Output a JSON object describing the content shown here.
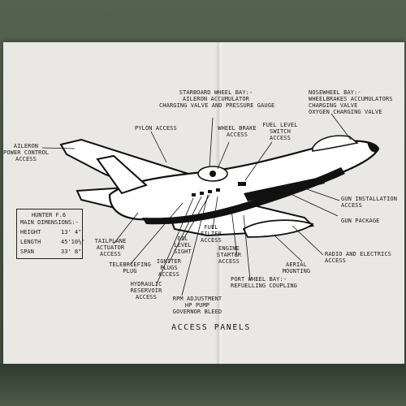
{
  "labels": {
    "starboard_wheel_bay": "STARBOARD WHEEL BAY:-\nAILERON ACCUMULATOR\nCHARGING VALVE AND PRESSURE GAUGE",
    "nosewheel_bay": "NOSEWHEEL BAY:-\nWHEELBRAKES ACCUMULATORS\nCHARGING VALVE\nOXYGEN CHARGING VALVE",
    "fuel_level_switch": "FUEL LEVEL\nSWITCH\nACCESS",
    "wheel_brake": "WHEEL BRAKE\nACCESS",
    "pylon_access": "PYLON ACCESS",
    "aileron_power_control": "AILERON\nPOWER CONTROL\nACCESS",
    "gun_installation": "GUN INSTALLATION\nACCESS",
    "gun_package": "GUN PACKAGE",
    "radio_electrics": "RADIO AND ELECTRICS\nACCESS",
    "aerial_mounting": "AERIAL\nMOUNTING",
    "port_wheel_bay": "PORT WHEEL BAY:-\nREFUELLING COUPLING",
    "engine_starter": "ENGINE\nSTARTER\nACCESS",
    "fuel_filter": "FUEL\nFILTER\nACCESS",
    "oil_level": "OIL\nLEVEL\nSIGHT",
    "igniter_plugs": "IGNITER\nPLUGS\nACCESS",
    "rpm_adjustment": "RPM ADJUSTMENT\nHP PUMP\nGOVERNOR BLEED",
    "hydraulic_reservoir": "HYDRAULIC\nRESERVOIR\nACCESS",
    "telebriefing_plug": "TELEBRIEFING\nPLUG",
    "tailplane_actuator": "TAILPLANE\nACTUATOR\nACCESS"
  },
  "dimensions": {
    "title": "HUNTER F.6",
    "subtitle": "MAIN DIMENSIONS:-",
    "rows": [
      {
        "name": "HEIGHT",
        "value": "13' 4\""
      },
      {
        "name": "LENGTH",
        "value": "45'10½\""
      },
      {
        "name": "SPAN",
        "value": "33' 8\""
      }
    ]
  },
  "title": "ACCESS PANELS"
}
